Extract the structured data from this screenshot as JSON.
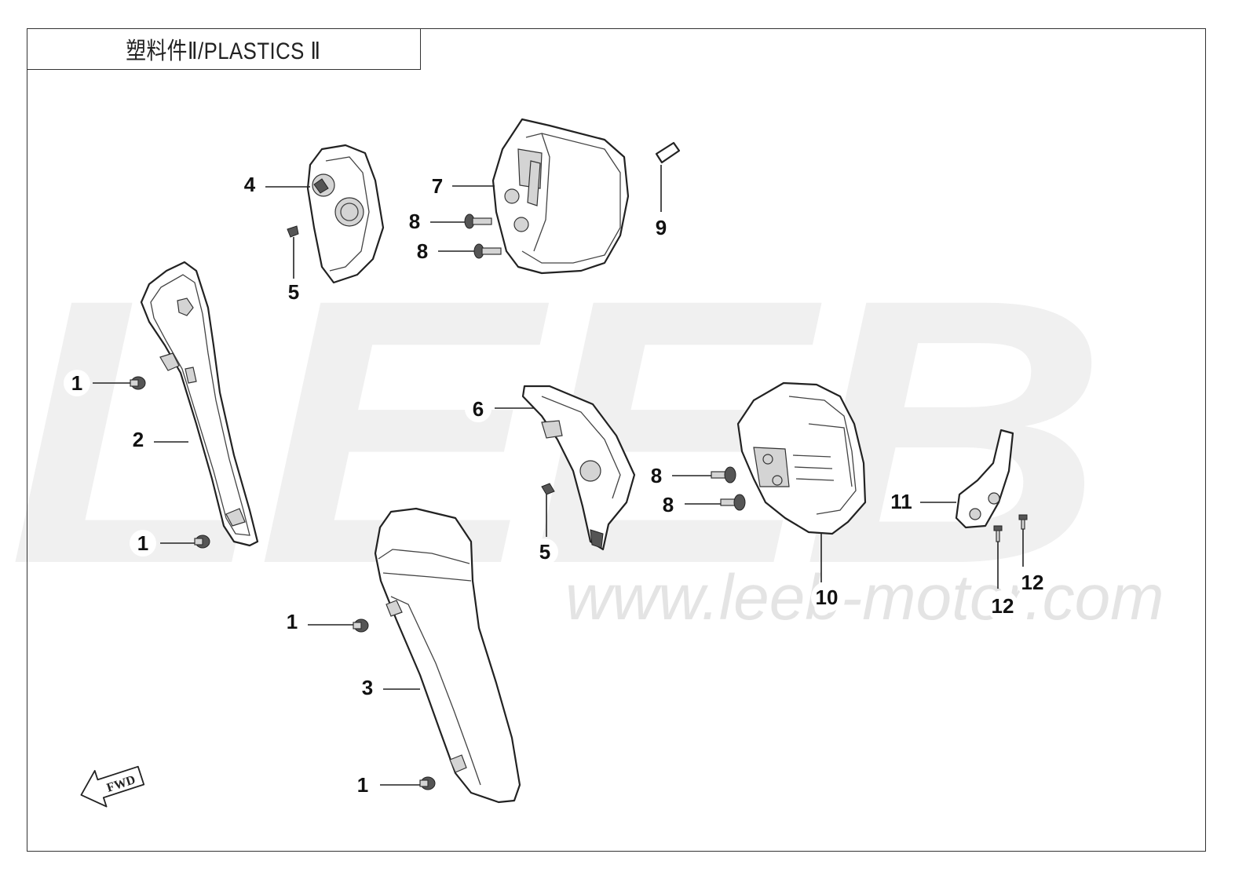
{
  "title": "塑料件Ⅱ/PLASTICS Ⅱ",
  "watermark": {
    "brand": "LEEB",
    "url": "www.leeb-motor.com"
  },
  "fwd_indicator": "FWD",
  "callouts": [
    {
      "id": "c1a",
      "label": "1"
    },
    {
      "id": "c1b",
      "label": "1"
    },
    {
      "id": "c1c",
      "label": "1"
    },
    {
      "id": "c1d",
      "label": "1"
    },
    {
      "id": "c2",
      "label": "2"
    },
    {
      "id": "c3",
      "label": "3"
    },
    {
      "id": "c4",
      "label": "4"
    },
    {
      "id": "c5a",
      "label": "5"
    },
    {
      "id": "c5b",
      "label": "5"
    },
    {
      "id": "c6",
      "label": "6"
    },
    {
      "id": "c7",
      "label": "7"
    },
    {
      "id": "c8a",
      "label": "8"
    },
    {
      "id": "c8b",
      "label": "8"
    },
    {
      "id": "c8c",
      "label": "8"
    },
    {
      "id": "c8d",
      "label": "8"
    },
    {
      "id": "c9",
      "label": "9"
    },
    {
      "id": "c10",
      "label": "10"
    },
    {
      "id": "c11",
      "label": "11"
    },
    {
      "id": "c12a",
      "label": "12"
    },
    {
      "id": "c12b",
      "label": "12"
    }
  ]
}
